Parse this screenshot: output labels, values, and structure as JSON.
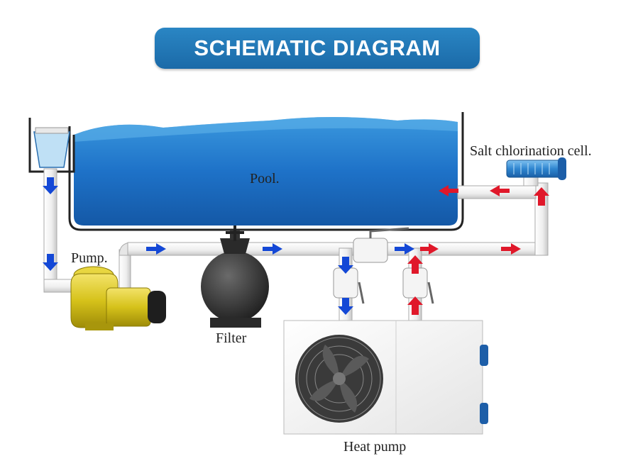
{
  "title": "SCHEMATIC DIAGRAM",
  "labels": {
    "pool": "Pool.",
    "salt_cell": "Salt chlorination cell.",
    "pump": "Pump.",
    "filter": "Filter",
    "heat_pump": "Heat pump"
  },
  "colors": {
    "banner": "#1f72b0",
    "water": "#1d6fc4",
    "cold_flow_arrow": "#1448d6",
    "hot_flow_arrow": "#e0182a",
    "pump": "#d8c41c",
    "pipe": "#f2f2f2"
  },
  "icons": [
    "fan-icon",
    "flow-arrow-icon",
    "valve-icon"
  ]
}
